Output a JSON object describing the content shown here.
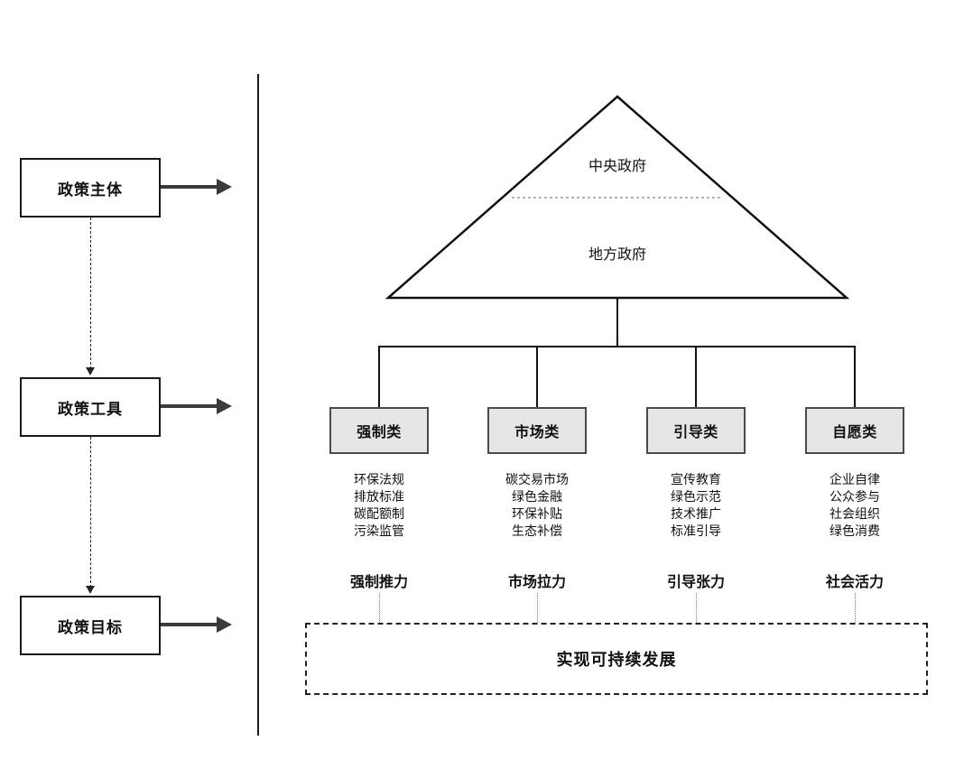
{
  "diagram": {
    "title_text": "",
    "colors": {
      "line": "#111111",
      "arrow": "#3b3b3b",
      "tool_box_fill": "#e6e6e6",
      "tool_box_border": "#4a4a4a",
      "divider": "#1a1a1a",
      "dotted": "#777777"
    },
    "left_column": {
      "stages": [
        {
          "label": "政策主体"
        },
        {
          "label": "政策工具"
        },
        {
          "label": "政策目标"
        }
      ]
    },
    "pyramid": {
      "upper_label": "中央政府",
      "lower_label": "地方政府"
    },
    "tools": [
      {
        "category": "强制类",
        "items": [
          "环保法规",
          "排放标准",
          "碳配额制",
          "污染监管"
        ],
        "force": "强制推力"
      },
      {
        "category": "市场类",
        "items": [
          "碳交易市场",
          "绿色金融",
          "环保补贴",
          "生态补偿"
        ],
        "force": "市场拉力"
      },
      {
        "category": "引导类",
        "items": [
          "宣传教育",
          "绿色示范",
          "技术推广",
          "标准引导"
        ],
        "force": "引导张力"
      },
      {
        "category": "自愿类",
        "items": [
          "企业自律",
          "公众参与",
          "社会组织",
          "绿色消费"
        ],
        "force": "社会活力"
      }
    ],
    "goal": {
      "label": "实现可持续发展"
    }
  }
}
